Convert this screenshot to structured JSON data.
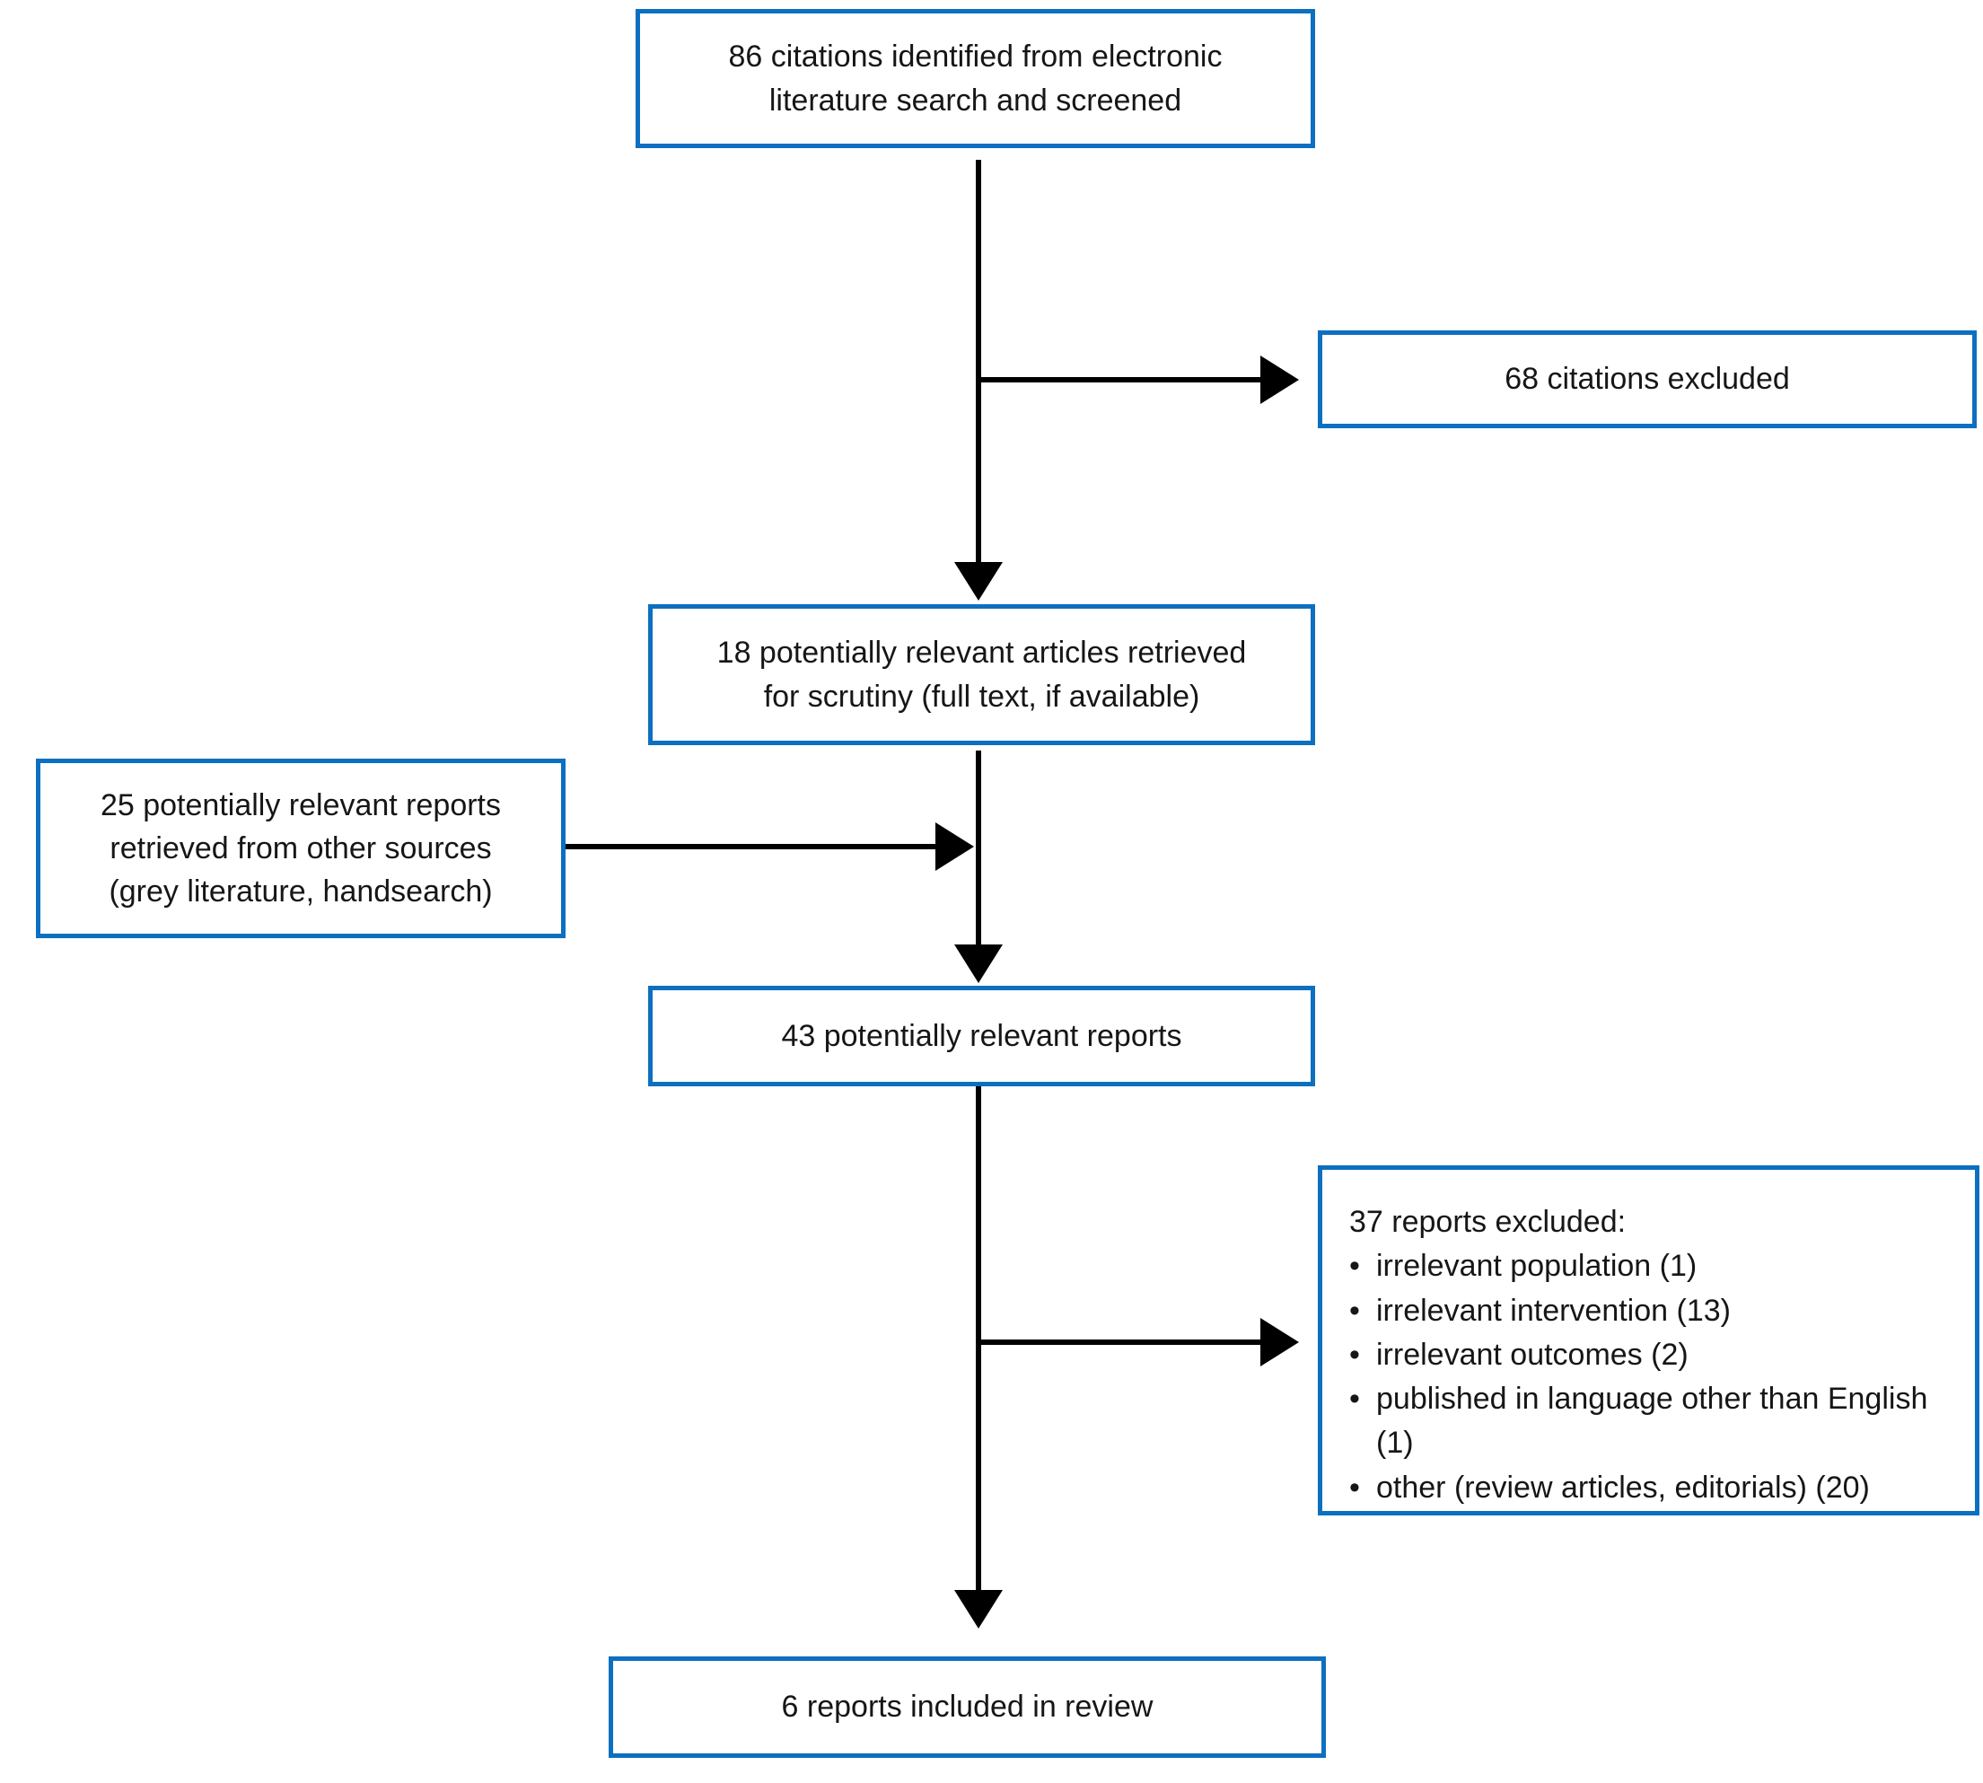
{
  "title": "Study selection flow diagram",
  "glyphs": {
    "bullet": "•"
  },
  "colors": {
    "box_border": "#0d6fc0",
    "arrow": "#000000",
    "text": "#161616",
    "background": "#ffffff"
  },
  "boxes": {
    "screened": {
      "lines": [
        "86 citations identified from electronic",
        "literature search and screened"
      ]
    },
    "citations_excluded": {
      "lines": [
        "68 citations excluded"
      ]
    },
    "retrieved": {
      "lines": [
        "18 potentially relevant articles retrieved",
        "for scrutiny (full text, if available)"
      ]
    },
    "other_sources": {
      "lines": [
        "25 potentially relevant reports",
        "retrieved from other sources",
        "(grey literature, handsearch)"
      ]
    },
    "relevant_reports": {
      "lines": [
        "43 potentially relevant reports"
      ]
    },
    "reports_excluded": {
      "title": "37 reports excluded:",
      "items": [
        "irrelevant population (1)",
        "irrelevant intervention (13)",
        "irrelevant outcomes (2)",
        "published in language other than English (1)",
        "other (review articles, editorials) (20)"
      ]
    },
    "included": {
      "lines": [
        "6 reports included in review"
      ]
    }
  }
}
